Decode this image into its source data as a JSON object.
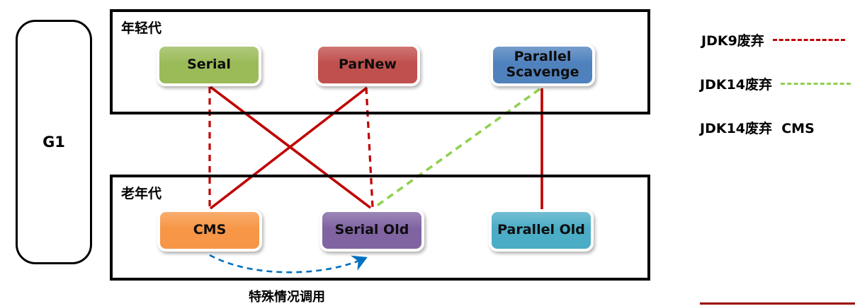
{
  "diagram": {
    "g1_label": "G1",
    "young_gen": {
      "label": "年轻代"
    },
    "old_gen": {
      "label": "老年代"
    },
    "nodes": {
      "serial": {
        "label": "Serial",
        "color": "#9BBB59"
      },
      "parnew": {
        "label": "ParNew",
        "color": "#C0504D"
      },
      "parallel_scavenge": {
        "label": "Parallel Scavenge",
        "color": "#4F81BD"
      },
      "cms": {
        "label": "CMS",
        "color": "#F79646"
      },
      "serial_old": {
        "label": "Serial Old",
        "color": "#8064A2"
      },
      "parallel_old": {
        "label": "Parallel Old",
        "color": "#4BACC6"
      }
    },
    "edges": [
      {
        "from": "serial",
        "to": "cms",
        "style": "dashed",
        "color": "#C00000"
      },
      {
        "from": "serial",
        "to": "serial_old",
        "style": "solid",
        "color": "#C00000"
      },
      {
        "from": "parnew",
        "to": "cms",
        "style": "solid",
        "color": "#C00000"
      },
      {
        "from": "parnew",
        "to": "serial_old",
        "style": "dashed",
        "color": "#C00000"
      },
      {
        "from": "parallel_scavenge",
        "to": "serial_old",
        "style": "dashed",
        "color": "#92D050"
      },
      {
        "from": "parallel_scavenge",
        "to": "parallel_old",
        "style": "solid",
        "color": "#C00000"
      },
      {
        "from": "cms",
        "to": "serial_old",
        "style": "dashed-arrow",
        "color": "#0070C0",
        "note": "特殊情况调用"
      }
    ],
    "caption": "特殊情况调用"
  },
  "legend": {
    "items": [
      {
        "label": "JDK9废弃",
        "line": "dashed",
        "color": "#C00000"
      },
      {
        "label": "JDK14废弃",
        "line": "dashed",
        "color": "#92D050"
      },
      {
        "label": "JDK14废弃  CMS",
        "line": "none",
        "color": ""
      }
    ]
  },
  "colors": {
    "edge-red": "#C00000",
    "edge-green": "#92D050",
    "edge-blue": "#0070C0",
    "footer-red": "#9C0000"
  }
}
